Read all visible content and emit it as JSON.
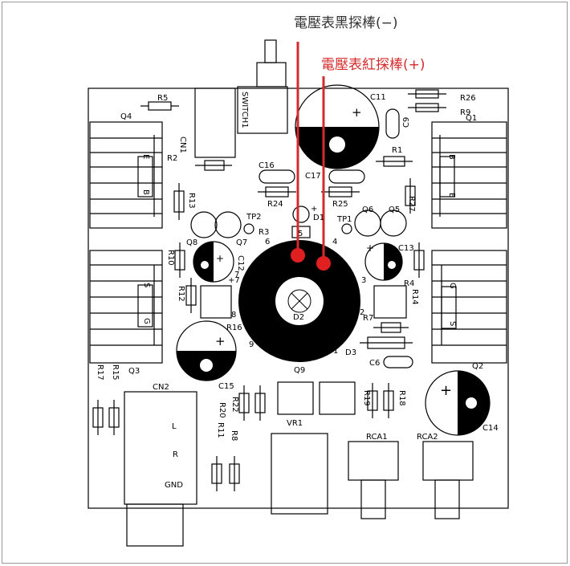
{
  "captions": {
    "black_probe": "電壓表黑探棒(−)",
    "red_probe": "電壓表紅探棒(+)"
  },
  "colors": {
    "black_probe": "#333333",
    "red_probe": "#d62b2b",
    "outline": "#000000"
  },
  "board": {
    "labels": {
      "R5": "R5",
      "R26": "R26",
      "R9": "R9",
      "C11": "C11",
      "C9": "C9",
      "Q4": "Q4",
      "Q1": "Q1",
      "CN1": "CN1",
      "SWITCH1": "SWITCH1",
      "R2": "R2",
      "R1": "R1",
      "C16": "C16",
      "C17": "C17",
      "R13": "R13",
      "R24": "R24",
      "R25": "R25",
      "R27": "R27",
      "TP2": "TP2",
      "TP1": "TP1",
      "D1": "D1",
      "R3": "R3",
      "Q6": "Q6",
      "Q5": "Q5",
      "Q8": "Q8",
      "Q7": "Q7",
      "R10": "R10",
      "C12": "C12",
      "C13": "C13",
      "R12": "R12",
      "R4": "R4",
      "R14": "R14",
      "R16": "R16",
      "D2": "D2",
      "R7": "R7",
      "D3": "D3",
      "C6": "C6",
      "Q3": "Q3",
      "Q9": "Q9",
      "Q2": "Q2",
      "R17": "R17",
      "R15": "R15",
      "CN2": "CN2",
      "C15": "C15",
      "R22": "R22",
      "R20": "R20",
      "R11": "R11",
      "R8": "R8",
      "VR1": "VR1",
      "R19": "R19",
      "R18": "R18",
      "C14": "C14",
      "RCA1": "RCA1",
      "RCA2": "RCA2",
      "L": "L",
      "R": "R",
      "GND": "GND",
      "E": "E",
      "B": "B",
      "S": "S",
      "G": "G",
      "plus": "+",
      "plus7": "+7",
      "p1": "1",
      "p2": "2",
      "p3": "3",
      "p4": "4",
      "p5": "5",
      "p6": "6",
      "p7": "7",
      "p8": "8",
      "p9": "9"
    }
  }
}
